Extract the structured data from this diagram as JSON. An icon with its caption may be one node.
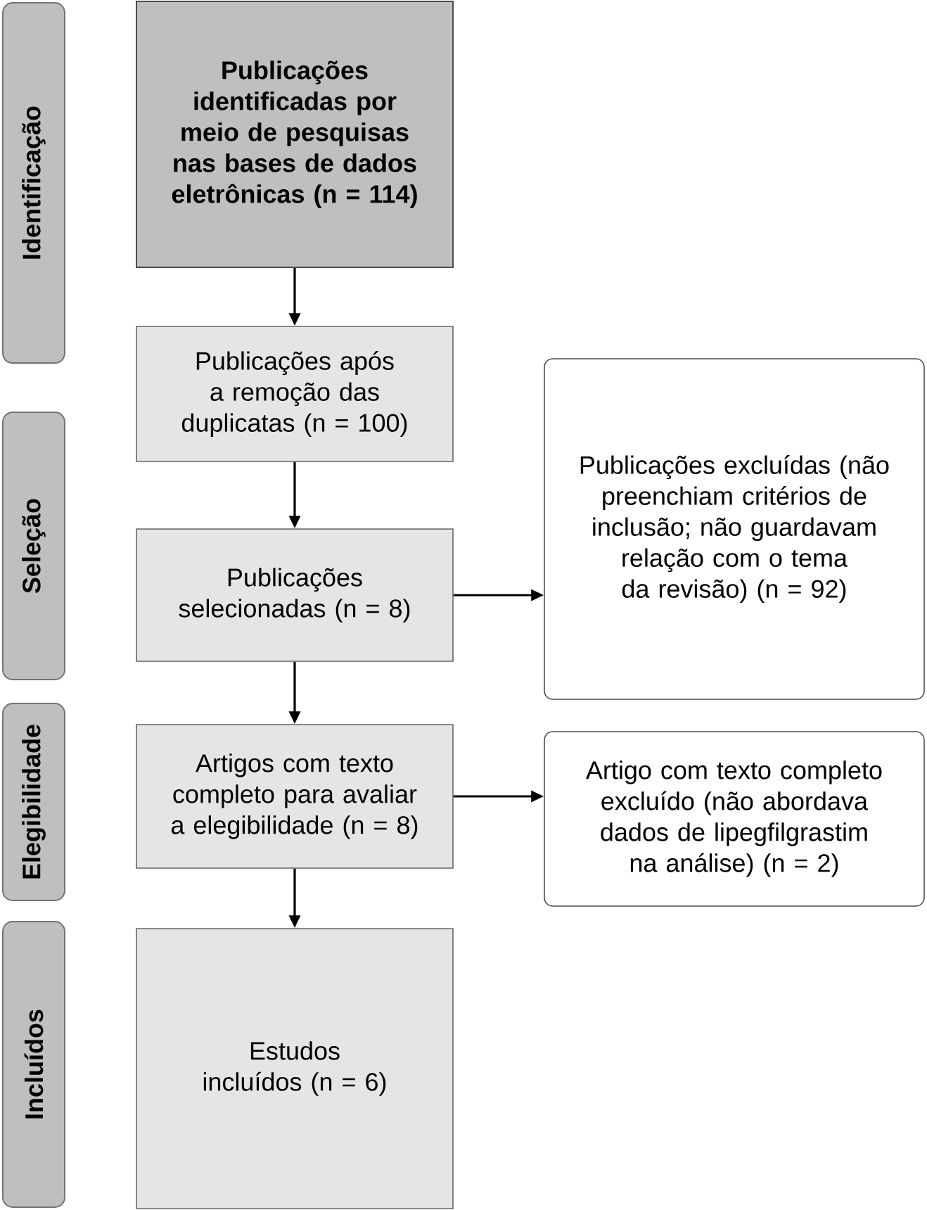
{
  "diagram": {
    "nodes": [
      {
        "text": [
          "Identificação"
        ]
      },
      {
        "text": [
          "Publicações identificadas por meio de pesquisas nas bases de dados eletrônicas (n = 114)"
        ]
      },
      {
        "text": [
          "Publicações após a remoção das duplicatas (n = 100)"
        ]
      },
      {
        "text": [
          "Seleção"
        ]
      },
      {
        "text": [
          "Publicações selecionadas (n = 8)"
        ]
      },
      {
        "text": [
          "Publicações excluídas (não preenchiam critérios de inclusão; não guardavam relação com o tema da revisão) (n = 92)"
        ]
      },
      {
        "text": [
          "Elegibilidade"
        ]
      },
      {
        "text": [
          "Artigos com texto completo para avaliar a elegibilidade (n = 8)"
        ]
      },
      {
        "text": [
          "Artigo com texto completo excluído (não abordava dados de lipegfilgrastim na análise) (n = 2)"
        ]
      },
      {
        "text": [
          "Incluídos"
        ]
      },
      {
        "text": [
          "Estudos incluídos (n = 6)"
        ]
      }
    ],
    "edges": [
      {
        "from": 1,
        "to": 2,
        "arrow": "to"
      },
      {
        "from": 2,
        "to": 4,
        "arrow": "to"
      },
      {
        "from": 4,
        "to": 5,
        "arrow": "to"
      },
      {
        "from": 4,
        "to": 7,
        "arrow": "to"
      },
      {
        "from": 7,
        "to": 8,
        "arrow": "to"
      },
      {
        "from": 7,
        "to": 10,
        "arrow": "to"
      }
    ]
  }
}
